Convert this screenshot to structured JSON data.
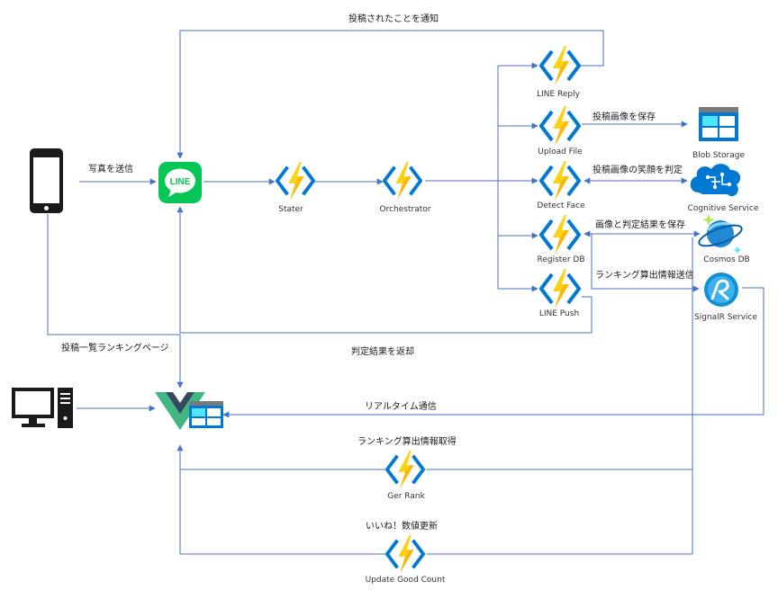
{
  "nodes": {
    "stater": "Stater",
    "orchestrator": "Orchestrator",
    "line_reply": "LINE Reply",
    "upload_file": "Upload File",
    "detect_face": "Detect Face",
    "register_db": "Register DB",
    "line_push": "LINE Push",
    "blob_storage": "Blob Storage",
    "cognitive_service": "Cognitive Service",
    "cosmos_db": "Cosmos DB",
    "signalr_service": "SignalR Service",
    "ger_rank": "Ger Rank",
    "update_good_count": "Update Good Count",
    "line_logo": "LINE"
  },
  "edges": {
    "notify_posted": "投稿されたことを通知",
    "send_photo": "写真を送信",
    "save_image": "投稿画像を保存",
    "judge_smile": "投稿画像の笑顔を判定",
    "save_result": "画像と判定結果を保存",
    "send_ranking_info": "ランキング算出情報送信",
    "ranking_page": "投稿一覧ランキングページ",
    "return_result": "判定結果を返却",
    "realtime": "リアルタイム通信",
    "get_ranking": "ランキング算出情報取得",
    "update_like": "いいね！数値更新"
  },
  "colors": {
    "arrow": "#4472c4",
    "function_bolt": "#fcd116",
    "function_bolt_shade": "#f6a800",
    "function_bracket": "#0078d4",
    "line_green": "#06c755",
    "vue_green": "#41b883",
    "vue_dark": "#35495e",
    "device": "#1a1a1a"
  }
}
